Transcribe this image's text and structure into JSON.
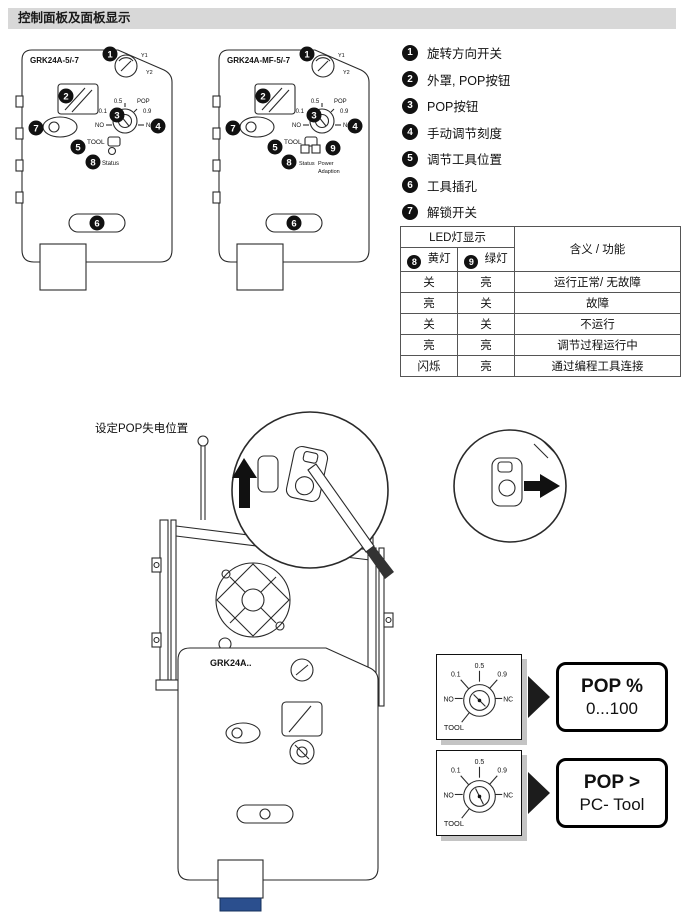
{
  "page": {
    "header": "控制面板及面板显示"
  },
  "colors": {
    "header_bg": "#d8d8d8",
    "callout_black": "#111111",
    "cable_blue": "#2b4f8e"
  },
  "devices": [
    {
      "model": "GRK24A-5/-7"
    },
    {
      "model": "GRK24A-MF-5/-7"
    }
  ],
  "device_labels": {
    "y1": "Y1",
    "y2": "Y2",
    "pop": "POP",
    "d01": "0.1",
    "d05": "0.5",
    "d09": "0.9",
    "no": "NO",
    "nc": "NC",
    "tool": "TOOL",
    "status": "Status",
    "power": "Power",
    "adaption": "Adaption"
  },
  "callouts": {
    "c1": "1",
    "c2": "2",
    "c3": "3",
    "c4": "4",
    "c5": "5",
    "c6": "6",
    "c7": "7",
    "c8": "8",
    "c9": "9"
  },
  "legend": [
    {
      "num": "1",
      "text": "旋转方向开关"
    },
    {
      "num": "2",
      "text": "外罩, POP按钮"
    },
    {
      "num": "3",
      "text": "POP按钮"
    },
    {
      "num": "4",
      "text": "手动调节刻度"
    },
    {
      "num": "5",
      "text": "调节工具位置"
    },
    {
      "num": "6",
      "text": "工具插孔"
    },
    {
      "num": "7",
      "text": "解锁开关"
    }
  ],
  "led_table": {
    "title": "LED灯显示",
    "yellow_num": "8",
    "yellow_label": "黄灯",
    "green_num": "9",
    "green_label": "绿灯",
    "meaning_header": "含义 / 功能",
    "rows": [
      {
        "yellow": "关",
        "green": "亮",
        "meaning": "运行正常/ 无故障"
      },
      {
        "yellow": "亮",
        "green": "关",
        "meaning": "故障"
      },
      {
        "yellow": "关",
        "green": "关",
        "meaning": "不运行"
      },
      {
        "yellow": "亮",
        "green": "亮",
        "meaning": "调节过程运行中"
      },
      {
        "yellow": "闪烁",
        "green": "亮",
        "meaning": "通过编程工具连接"
      }
    ]
  },
  "pop_section": {
    "title": "设定POP失电位置",
    "device_label": "GRK24A..",
    "rows": [
      {
        "box_line1": "POP %",
        "box_line2": "0...100"
      },
      {
        "box_line1": "POP >",
        "box_line2": "PC- Tool"
      }
    ]
  }
}
